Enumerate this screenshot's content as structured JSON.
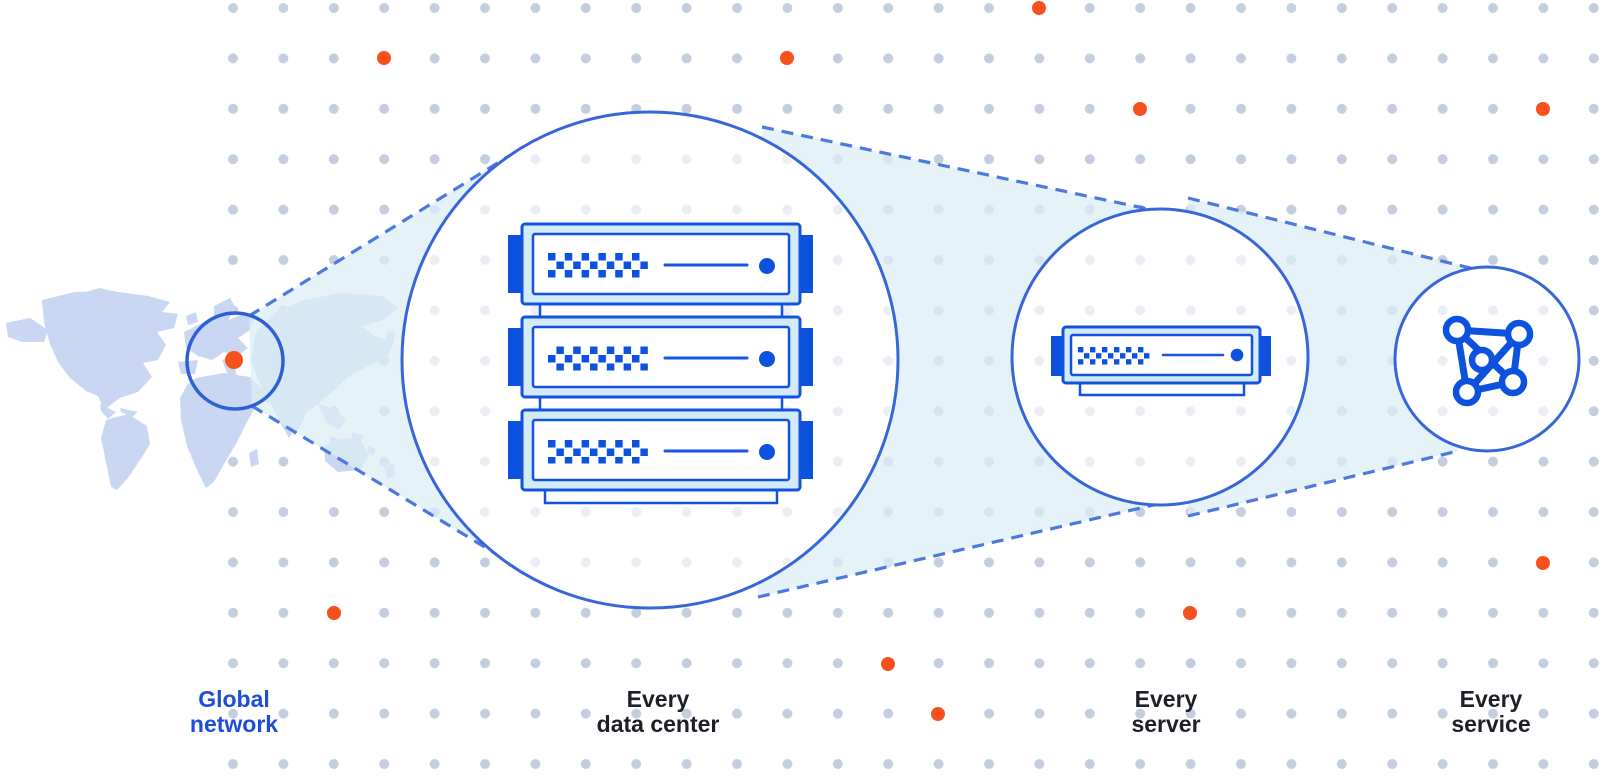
{
  "figure": {
    "title": "",
    "stages": [
      {
        "id": "global-network",
        "label_line1": "Global",
        "label_line2": "network",
        "highlighted": true,
        "icon": "world-map-with-region-highlight"
      },
      {
        "id": "every-data-center",
        "label_line1": "Every",
        "label_line2": "data center",
        "highlighted": false,
        "icon": "server-rack-icon"
      },
      {
        "id": "every-server",
        "label_line1": "Every",
        "label_line2": "server",
        "highlighted": false,
        "icon": "server-icon"
      },
      {
        "id": "every-service",
        "label_line1": "Every",
        "label_line2": "service",
        "highlighted": false,
        "icon": "mesh-network-icon"
      }
    ],
    "icons": [
      "world-map",
      "region-highlight-circle",
      "server-rack-icon",
      "server-icon",
      "mesh-network-icon",
      "dot-grid",
      "zoom-guide-lines"
    ],
    "colors": {
      "background": "#ffffff",
      "accent-orange": "#f4511e",
      "primary-blue": "#0d52df",
      "circle-stroke": "#3766d9",
      "dash-stroke": "#4d78de",
      "map-fill": "#c9d7f3",
      "cone-fill": "#dceef6",
      "server-fill": "#d2ebf7",
      "dot-color": "#bfc9dc",
      "text-dark": "#1d2026",
      "text-blue": "#1d4ed6"
    }
  }
}
